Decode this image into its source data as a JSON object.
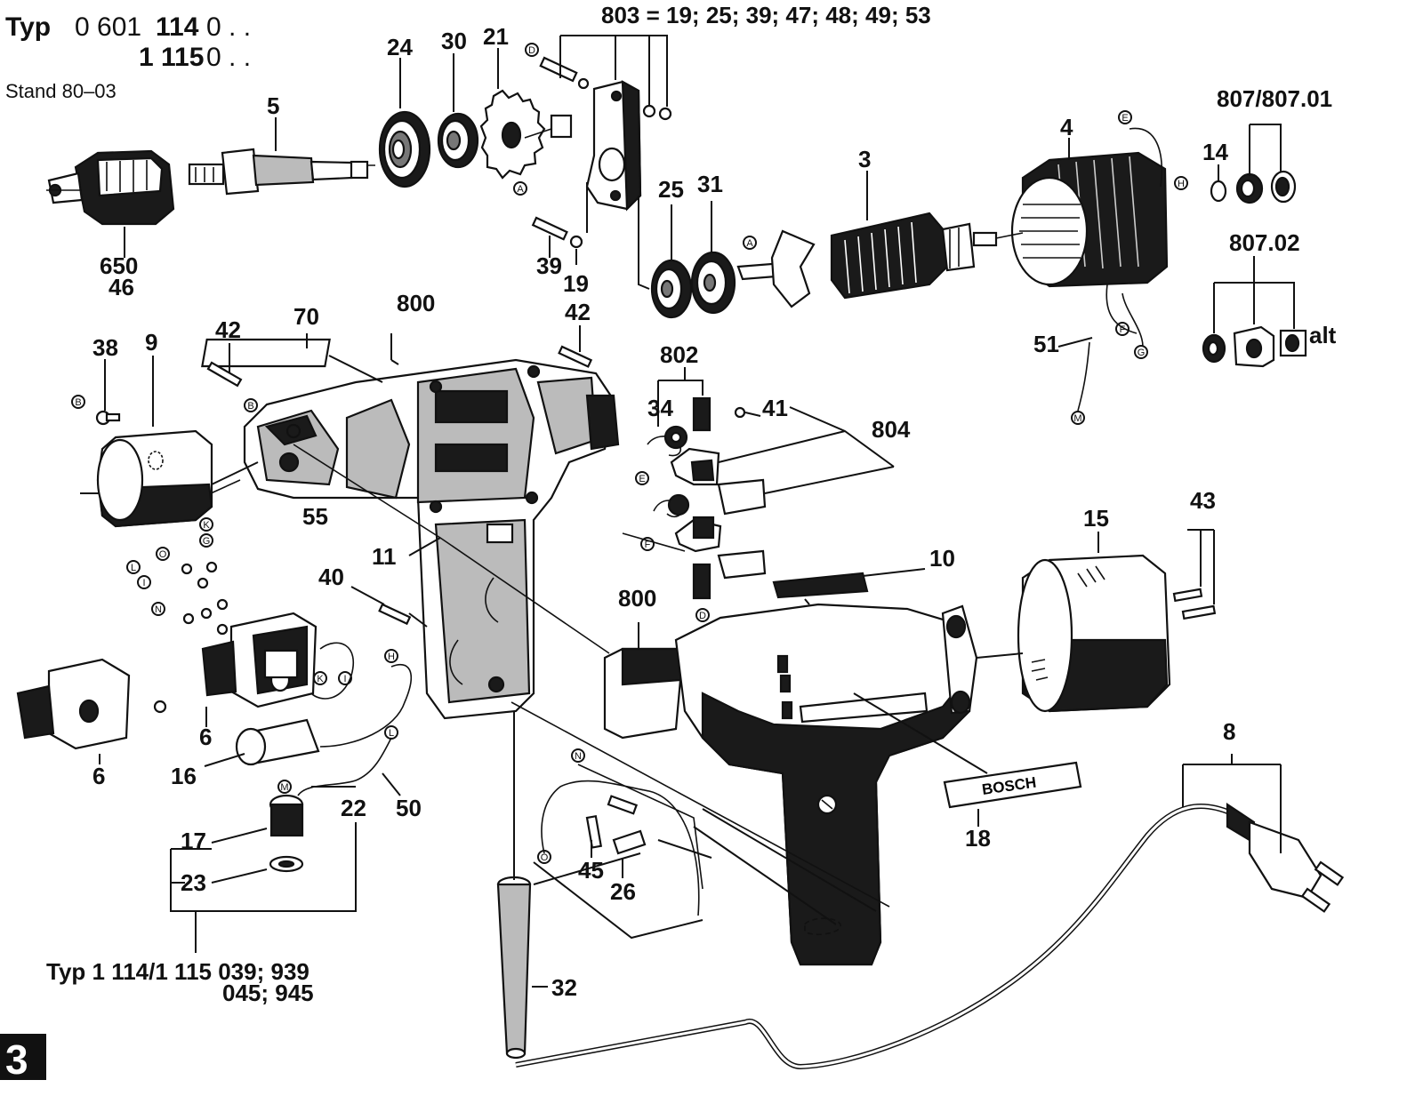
{
  "header": {
    "typ_label": "Typ",
    "typ_line1_a": "0 601",
    "typ_line1_b": "114",
    "typ_line1_c": "0 . .",
    "typ_line2_b": "1 115",
    "typ_line2_c": "0 . .",
    "stand": "Stand 80–03"
  },
  "callouts": {
    "c5": "5",
    "c24": "24",
    "c30": "30",
    "c21": "21",
    "c803": "803 = 19; 25; 39; 47; 48; 49; 53",
    "c650": "650",
    "c46": "46",
    "c3": "3",
    "c4": "4",
    "c807": "807/807.01",
    "c14": "14",
    "c25": "25",
    "c31": "31",
    "c39": "39",
    "c19": "19",
    "c807_02": "807.02",
    "alt": "alt",
    "c51": "51",
    "c70": "70",
    "c800a": "800",
    "c42a": "42",
    "c42b": "42",
    "c38": "38",
    "c9": "9",
    "c802": "802",
    "c34": "34",
    "c41": "41",
    "c804": "804",
    "c55": "55",
    "c11": "11",
    "c10": "10",
    "c15": "15",
    "c43": "43",
    "c40": "40",
    "c800b": "800",
    "c6a": "6",
    "c6b": "6",
    "c16": "16",
    "c50": "50",
    "c22": "22",
    "c17": "17",
    "c23": "23",
    "c8": "8",
    "c18": "18",
    "c45": "45",
    "c26": "26",
    "c32": "32",
    "typ_bottom_1": "Typ 1 114/1 115 039; 939",
    "typ_bottom_2": "045; 945"
  },
  "circle_markers": [
    "A",
    "A",
    "B",
    "B",
    "D",
    "D",
    "E",
    "E",
    "F",
    "F",
    "G",
    "G",
    "H",
    "H",
    "I",
    "I",
    "K",
    "K",
    "L",
    "L",
    "M",
    "M",
    "N",
    "N",
    "O",
    "O"
  ],
  "nameplate": "BOSCH",
  "page_number": "3"
}
